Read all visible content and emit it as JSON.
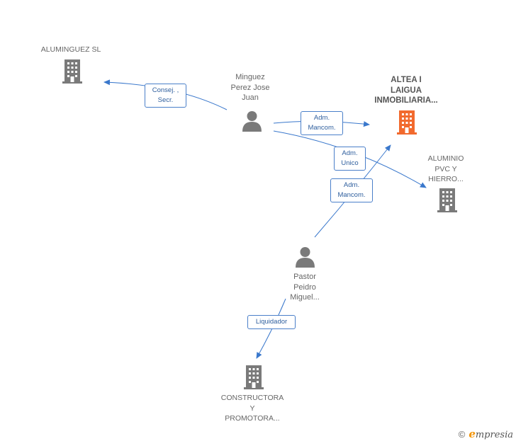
{
  "colors": {
    "edge": "#3a78cc",
    "person": "#7a7a7a",
    "company": "#7a7a7a",
    "highlight": "#f26a2e"
  },
  "nodes": {
    "aluminguez": {
      "label": "ALUMINGUEZ SL",
      "icon": "building-icon"
    },
    "minguez": {
      "label": "Minguez\nPerez Jose\nJuan",
      "icon": "person-icon"
    },
    "altea": {
      "label": "ALTEA I\nLAIGUA\nINMOBILIARIA...",
      "icon": "building-icon"
    },
    "aluminio": {
      "label": "ALUMINIO\nPVC Y\nHIERRO...",
      "icon": "building-icon"
    },
    "pastor": {
      "label": "Pastor\nPeidro\nMiguel...",
      "icon": "person-icon"
    },
    "constructora": {
      "label": "CONSTRUCTORA\nY\nPROMOTORA...",
      "icon": "building-icon"
    }
  },
  "edges": {
    "consej": {
      "label": "Consej. ,\nSecr."
    },
    "adm_mancom_1": {
      "label": "Adm.\nMancom."
    },
    "adm_unico": {
      "label": "Adm.\nUnico"
    },
    "adm_mancom_2": {
      "label": "Adm.\nMancom."
    },
    "liquidador": {
      "label": "Liquidador"
    }
  },
  "footer": {
    "copyright_symbol": "©",
    "brand": "mpresia",
    "brand_initial": "e"
  }
}
